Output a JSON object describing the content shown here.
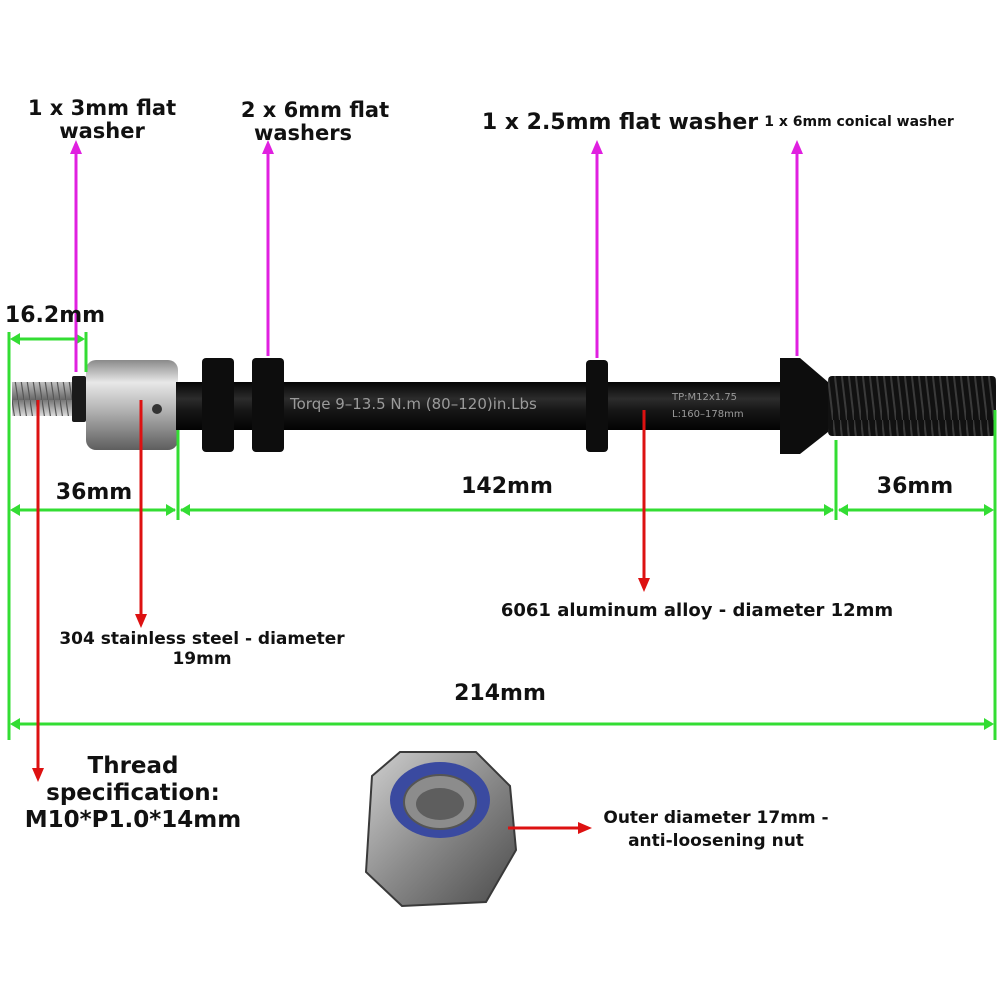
{
  "labels": {
    "washer_3mm_line1": "1 x 3mm flat",
    "washer_3mm_line2": "washer",
    "washer_6mm_line1": "2 x 6mm flat",
    "washer_6mm_line2": "washers",
    "washer_2_5mm": "1 x 2.5mm flat washer",
    "washer_conical": "1 x 6mm conical washer",
    "dim_16_2": "16.2mm",
    "dim_36_left": "36mm",
    "dim_142": "142mm",
    "dim_36_right": "36mm",
    "dim_214": "214mm",
    "steel_line1": "304 stainless steel - diameter",
    "steel_line2": "19mm",
    "aluminum": "6061 aluminum alloy - diameter 12mm",
    "thread_line1": "Thread",
    "thread_line2": "specification:",
    "thread_line3": "M10*P1.0*14mm",
    "nut_line1": "Outer diameter 17mm -",
    "nut_line2": "anti-loosening nut",
    "axle_engraving_main": "Torqe 9–13.5 N.m (80–120)in.Lbs",
    "axle_engraving_tp": "TP:M12x1.75",
    "axle_engraving_len": "L:160–178mm"
  },
  "colors": {
    "dimension": "#33dd33",
    "callout_magenta": "#e020e0",
    "callout_red": "#dd1111",
    "axle": "#141414",
    "steel": "#a8a8a8"
  }
}
